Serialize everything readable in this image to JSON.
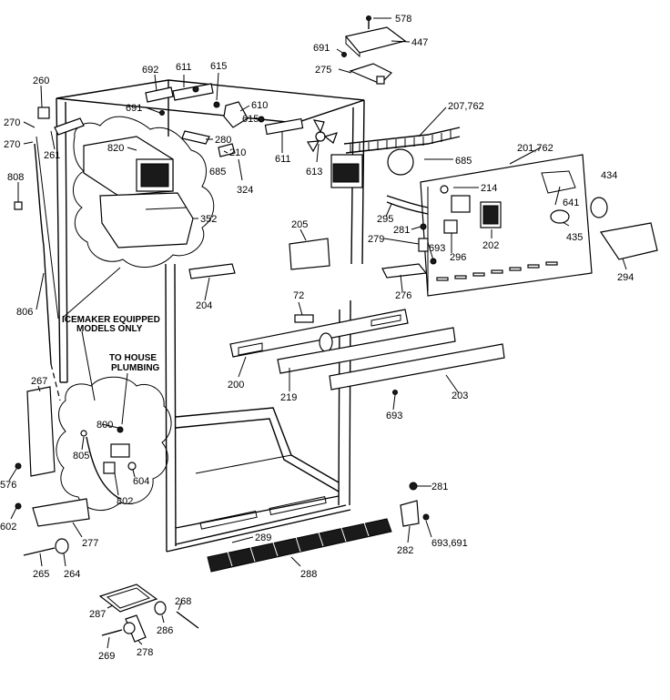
{
  "notes": {
    "icemaker_line1": "ICEMAKER EQUIPPED",
    "icemaker_line2": "MODELS ONLY",
    "house_line1": "TO HOUSE",
    "house_line2": "PLUMBING"
  },
  "parts": [
    {
      "id": "578",
      "label": "578"
    },
    {
      "id": "447",
      "label": "447"
    },
    {
      "id": "691a",
      "label": "691"
    },
    {
      "id": "275",
      "label": "275"
    },
    {
      "id": "692",
      "label": "692"
    },
    {
      "id": "611a",
      "label": "611"
    },
    {
      "id": "615a",
      "label": "615"
    },
    {
      "id": "260",
      "label": "260"
    },
    {
      "id": "691b",
      "label": "691"
    },
    {
      "id": "610",
      "label": "610"
    },
    {
      "id": "207",
      "label": "207,762"
    },
    {
      "id": "270a",
      "label": "270"
    },
    {
      "id": "615b",
      "label": "615"
    },
    {
      "id": "280",
      "label": "280"
    },
    {
      "id": "270b",
      "label": "270"
    },
    {
      "id": "261",
      "label": "261"
    },
    {
      "id": "820",
      "label": "820"
    },
    {
      "id": "210",
      "label": "210"
    },
    {
      "id": "611b",
      "label": "611"
    },
    {
      "id": "201",
      "label": "201,762"
    },
    {
      "id": "685a",
      "label": "685"
    },
    {
      "id": "613",
      "label": "613"
    },
    {
      "id": "685b",
      "label": "685"
    },
    {
      "id": "808",
      "label": "808"
    },
    {
      "id": "324",
      "label": "324"
    },
    {
      "id": "434",
      "label": "434"
    },
    {
      "id": "214",
      "label": "214"
    },
    {
      "id": "352",
      "label": "352"
    },
    {
      "id": "641",
      "label": "641"
    },
    {
      "id": "295",
      "label": "295"
    },
    {
      "id": "205",
      "label": "205"
    },
    {
      "id": "281a",
      "label": "281"
    },
    {
      "id": "435",
      "label": "435"
    },
    {
      "id": "279",
      "label": "279"
    },
    {
      "id": "202",
      "label": "202"
    },
    {
      "id": "693a",
      "label": "693"
    },
    {
      "id": "296",
      "label": "296"
    },
    {
      "id": "294",
      "label": "294"
    },
    {
      "id": "276",
      "label": "276"
    },
    {
      "id": "204",
      "label": "204"
    },
    {
      "id": "72",
      "label": "72"
    },
    {
      "id": "806",
      "label": "806"
    },
    {
      "id": "200",
      "label": "200"
    },
    {
      "id": "219",
      "label": "219"
    },
    {
      "id": "203",
      "label": "203"
    },
    {
      "id": "267",
      "label": "267"
    },
    {
      "id": "693b",
      "label": "693"
    },
    {
      "id": "800",
      "label": "800"
    },
    {
      "id": "805",
      "label": "805"
    },
    {
      "id": "604",
      "label": "604"
    },
    {
      "id": "576",
      "label": "576"
    },
    {
      "id": "802",
      "label": "802"
    },
    {
      "id": "281b",
      "label": "281"
    },
    {
      "id": "602",
      "label": "602"
    },
    {
      "id": "289",
      "label": "289"
    },
    {
      "id": "693c",
      "label": "693,691"
    },
    {
      "id": "277",
      "label": "277"
    },
    {
      "id": "282",
      "label": "282"
    },
    {
      "id": "265",
      "label": "265"
    },
    {
      "id": "264",
      "label": "264"
    },
    {
      "id": "288",
      "label": "288"
    },
    {
      "id": "268",
      "label": "268"
    },
    {
      "id": "287",
      "label": "287"
    },
    {
      "id": "286",
      "label": "286"
    },
    {
      "id": "269",
      "label": "269"
    },
    {
      "id": "278",
      "label": "278"
    }
  ]
}
